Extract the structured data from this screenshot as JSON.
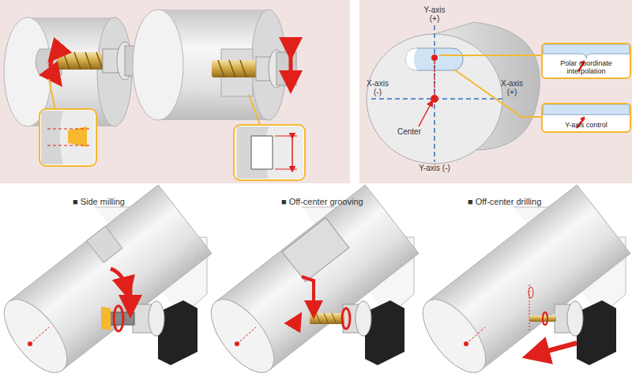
{
  "diagram": {
    "nodes": [
      {
        "text": [
          "Polar coordinate interpolation"
        ]
      },
      {
        "text": [
          "Y-axis control"
        ]
      }
    ],
    "labels": [
      "Y-axis (+)",
      "X-axis (-)",
      "X-axis (+)",
      "Center",
      "Y-axis (-)",
      "■ Side milling",
      "■ Off-center grooving",
      "■ Off-center drilling"
    ]
  }
}
